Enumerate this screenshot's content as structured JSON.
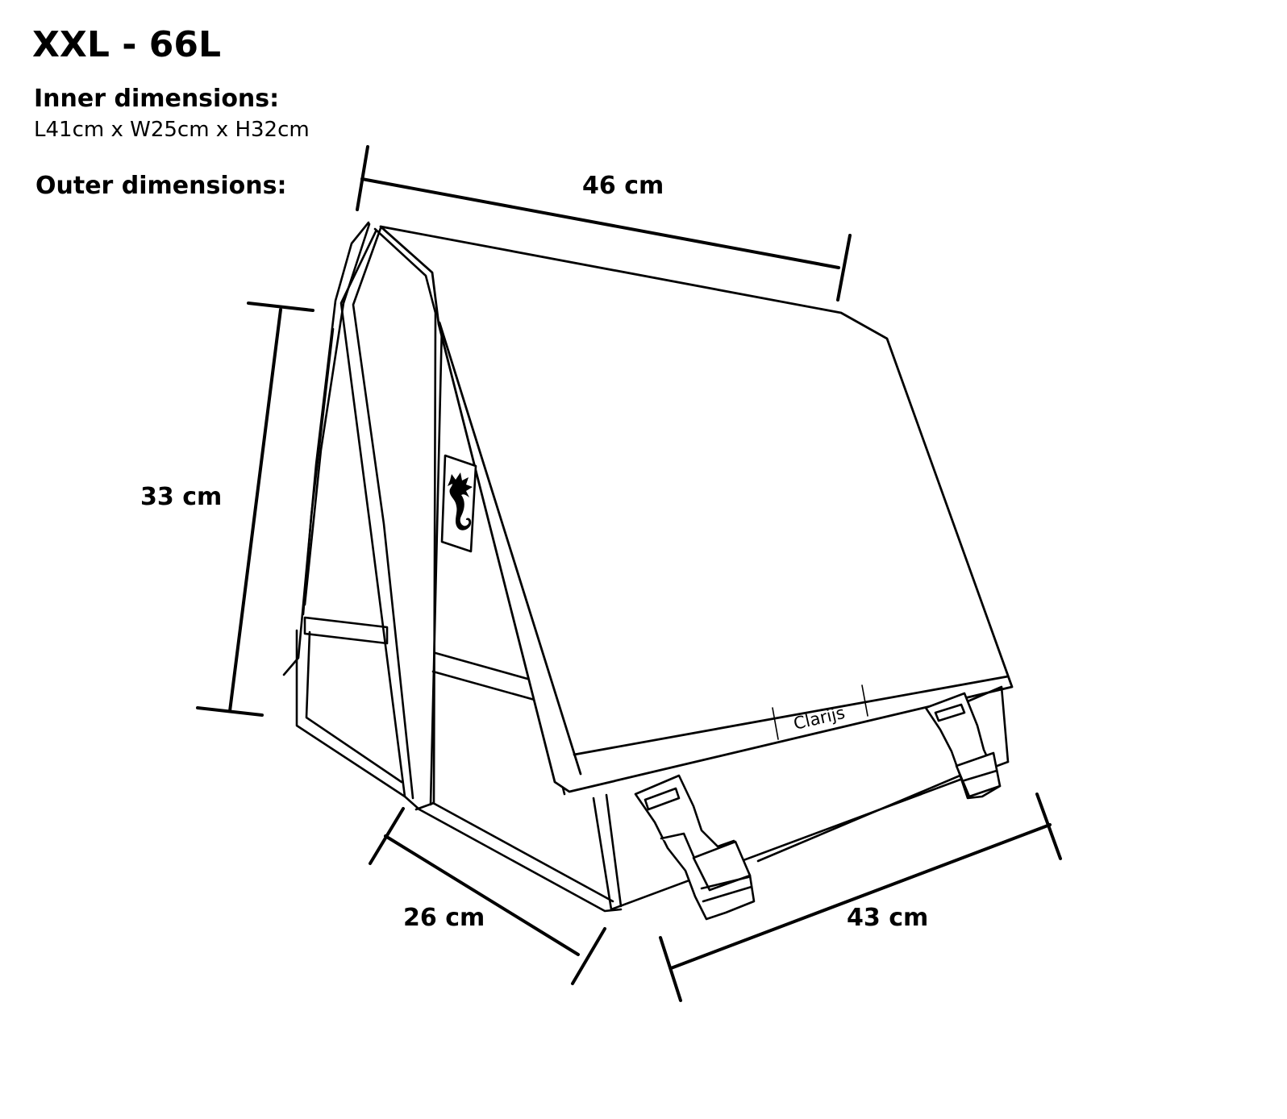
{
  "header": {
    "title": "XXL - 66L",
    "inner_dimensions_heading": "Inner dimensions:",
    "inner_dimensions_values": "L41cm x W25cm x H32cm",
    "outer_dimensions_heading": "Outer dimensions:"
  },
  "outer_dimensions": {
    "top_width": "46 cm",
    "height": "33 cm",
    "depth": "26 cm",
    "bottom_length": "43 cm"
  },
  "drawing": {
    "brand_label": "Clarijs",
    "logo_icon": "seahorse-icon",
    "line_color": "#000000",
    "background_color": "#ffffff"
  }
}
